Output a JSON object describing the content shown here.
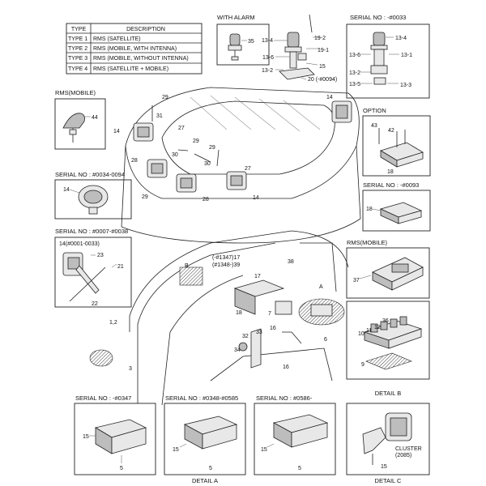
{
  "type_table": {
    "headers": [
      "TYPE",
      "DESCRIPTION"
    ],
    "rows": [
      [
        "TYPE 1",
        "RMS (SATELLITE)"
      ],
      [
        "TYPE 2",
        "RMS (MOBILE, WITH INTENNA)"
      ],
      [
        "TYPE 3",
        "RMS (MOBILE, WITHOUT INTENNA)"
      ],
      [
        "TYPE 4",
        "RMS (SATELLITE + MOBILE)"
      ]
    ]
  },
  "panels": {
    "with_alarm": "WITH ALARM",
    "serial_0033": "SERIAL NO : -#0033",
    "rms_mobile_top": "RMS(MOBILE)",
    "option": "OPTION",
    "serial_0034_0094": "SERIAL NO : #0034-0094",
    "serial_0093": "SERIAL NO : -#0093",
    "serial_0007_0038": "SERIAL NO : #0007-#0038",
    "rms_mobile_right": "RMS(MOBILE)",
    "detail_b": "DETAIL B",
    "serial_0347": "SERIAL NO : -#0347",
    "serial_0348_0585": "SERIAL NO : #0348-#0585",
    "serial_0586": "SERIAL NO : #0586-",
    "detail_a": "DETAIL A",
    "detail_c": "DETAIL C",
    "cluster_line1": "CLUSTER",
    "cluster_line2": "(2085)"
  },
  "callouts": {
    "c35": "35",
    "c19_2": "19-2",
    "c13_4a": "13-4",
    "c19_1": "19-1",
    "c13_6a": "13-6",
    "c13_2a": "13-2",
    "c15a": "15",
    "c20": "20 (-#0094)",
    "c13_4b": "13-4",
    "c13_6b": "13-6",
    "c13_1": "13-1",
    "c13_2b": "13-2",
    "c13_5": "13-5",
    "c13_3": "13-3",
    "c44": "44",
    "c29a": "29",
    "c14a": "14",
    "c31": "31",
    "c27a": "27",
    "c29b": "29",
    "c30a": "30",
    "c29c": "29",
    "c28": "28",
    "c30b": "30",
    "c27b": "27",
    "c29d": "29",
    "c28b": "28",
    "c14b": "14",
    "c14c": "14",
    "c43": "43",
    "c42": "42",
    "c18a": "18",
    "c14d": "14",
    "c18b": "18",
    "c14e": "14(#0001-0033)",
    "c23": "23",
    "c21": "21",
    "c22": "22",
    "cB": "B",
    "c17a": "(-#1347)17",
    "c39": "(#1348-)39",
    "c38": "38",
    "c17b": "17",
    "c18c": "18",
    "cA": "A",
    "c7": "7",
    "c1_2": "1,2",
    "c16a": "16",
    "c33": "33",
    "c32": "32",
    "c34": "34",
    "c6": "6",
    "c16b": "16",
    "c3": "3",
    "c37": "37",
    "c10": "10",
    "c11": "11",
    "c12": "12",
    "c36": "36",
    "c9": "9",
    "c15b": "15",
    "c5a": "5",
    "c15c": "15",
    "c5b": "5",
    "c15d": "15",
    "c5c": "5",
    "c15e": "15"
  }
}
